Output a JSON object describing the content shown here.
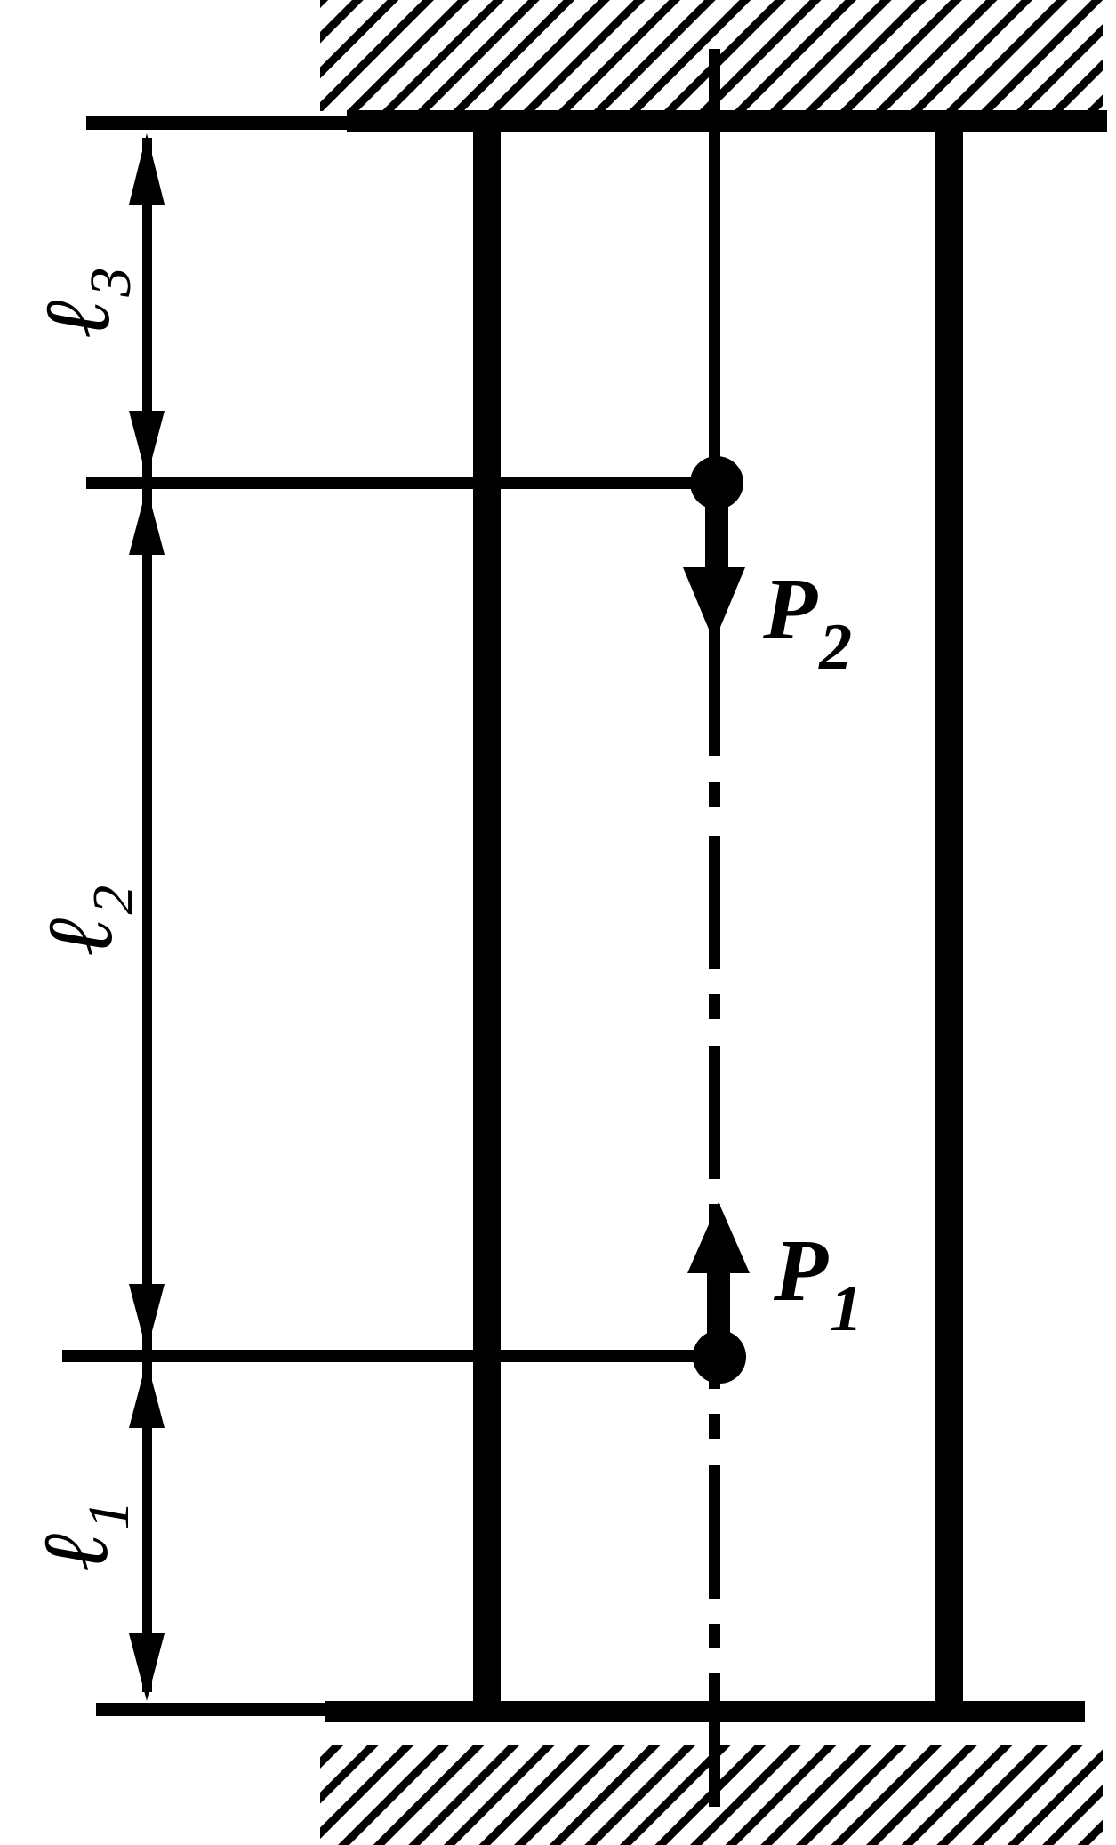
{
  "diagram": {
    "colors": {
      "ink": "#000000",
      "background": "#ffffff"
    },
    "supports": [
      {
        "name": "top-wall",
        "kind": "hatched-fixed-support"
      },
      {
        "name": "bottom-wall",
        "kind": "hatched-fixed-support"
      }
    ],
    "segments": [
      {
        "id": "l1",
        "letter": "ℓ",
        "sub": "1"
      },
      {
        "id": "l2",
        "letter": "ℓ",
        "sub": "2"
      },
      {
        "id": "l3",
        "letter": "ℓ",
        "sub": "3"
      }
    ],
    "loads": [
      {
        "id": "P1",
        "letter": "P",
        "sub": "1",
        "direction": "up"
      },
      {
        "id": "P2",
        "letter": "P",
        "sub": "2",
        "direction": "down"
      }
    ]
  }
}
